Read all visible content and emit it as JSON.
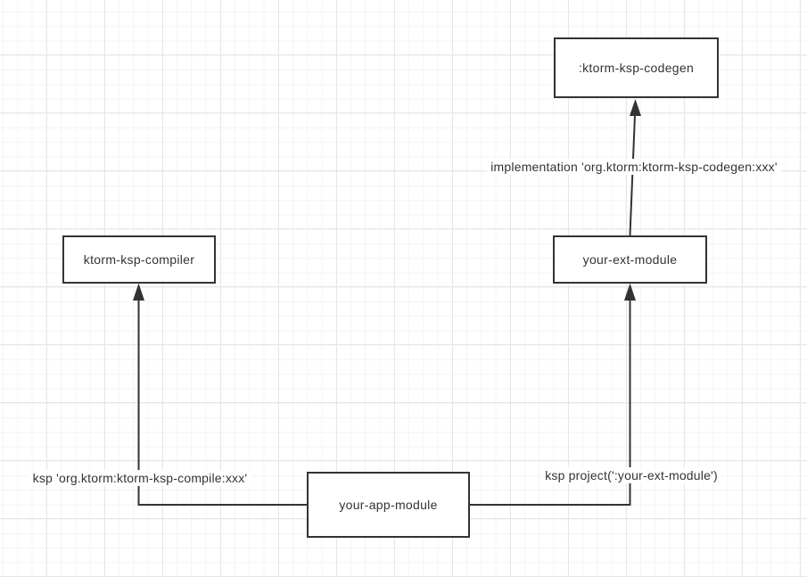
{
  "diagram": {
    "nodes": [
      {
        "id": "ktorm-ksp-codegen",
        "label": ":ktorm-ksp-codegen"
      },
      {
        "id": "ktorm-ksp-compiler",
        "label": "ktorm-ksp-compiler"
      },
      {
        "id": "your-ext-module",
        "label": "your-ext-module"
      },
      {
        "id": "your-app-module",
        "label": "your-app-module"
      }
    ],
    "edges": [
      {
        "from": "your-ext-module",
        "to": ":ktorm-ksp-codegen",
        "label": "implementation 'org.ktorm:ktorm-ksp-codegen:xxx'"
      },
      {
        "from": "your-app-module",
        "to": "ktorm-ksp-compiler",
        "label": "ksp 'org.ktorm:ktorm-ksp-compile:xxx'"
      },
      {
        "from": "your-app-module",
        "to": "your-ext-module",
        "label": "ksp project(':your-ext-module')"
      }
    ],
    "colors": {
      "stroke": "#333333",
      "text": "#333333",
      "node_fill": "#ffffff",
      "canvas": "#ffffff",
      "grid_minor": "#f4f4f4",
      "grid_major": "#e6e6e6"
    }
  }
}
